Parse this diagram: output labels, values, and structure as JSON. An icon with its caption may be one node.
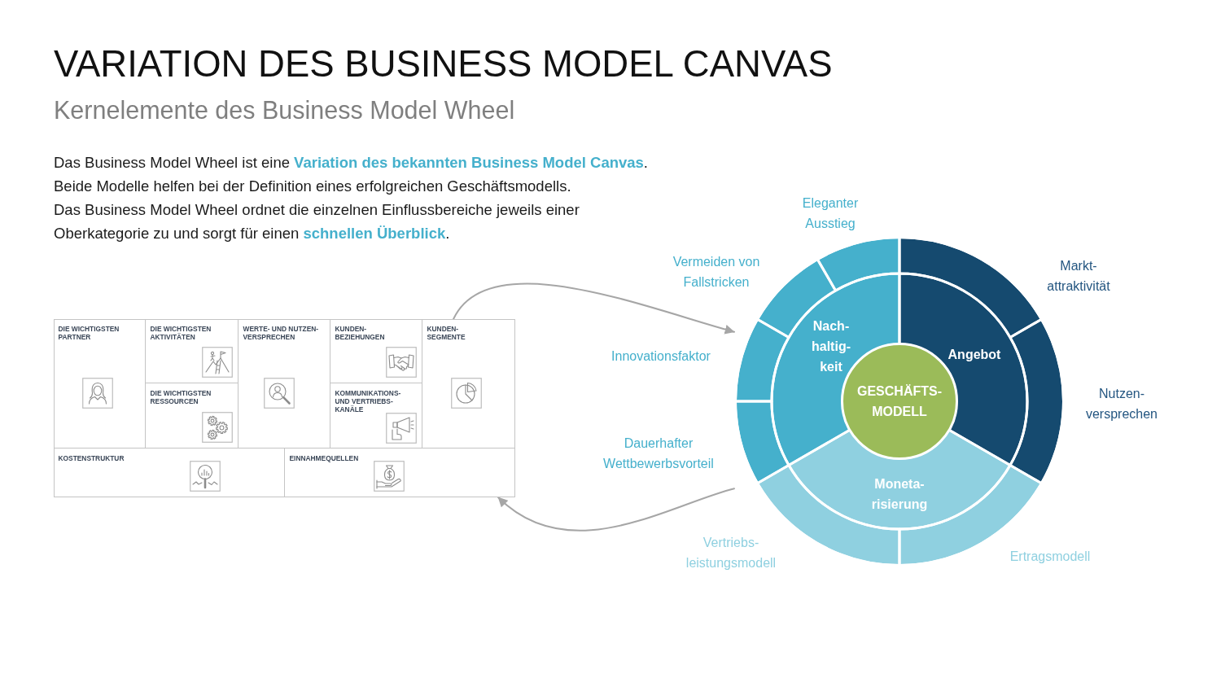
{
  "diagram": {
    "title": "VARIATION DES BUSINESS MODEL CANVAS",
    "nodes": [
      {
        "text": [],
        "shape": "box"
      },
      {
        "text": [
          "DIE WICHTIGSTEN PARTNER"
        ],
        "in": 0
      },
      {
        "text": [
          "DIE WICHTIGSTEN AKTIVITÄTEN"
        ],
        "in": 0
      },
      {
        "text": [
          "WERTE- UND NUTZEN- VERSPRECHEN"
        ],
        "in": 0
      },
      {
        "text": [
          "KUNDEN- BEZIEHUNGEN"
        ],
        "in": 0
      },
      {
        "text": [
          "KUNDEN- SEGMENTE"
        ],
        "in": 0
      },
      {
        "text": [
          "DIE WICHTIGSTEN RESSOURCEN"
        ],
        "in": 0
      },
      {
        "text": [
          "KOMMUNIKATIONS- UND VERTRIEBS- KANÄLE"
        ],
        "in": 0
      },
      {
        "text": [
          "KOSTENSTRUKTUR"
        ],
        "in": 0
      },
      {
        "text": [
          "EINNAHMEQUELLEN"
        ],
        "in": 0
      },
      {
        "text": [],
        "shape": "circle"
      },
      {
        "text": [],
        "shape": "segment",
        "in": 10,
        "beside": [
          "Eleganter Ausstieg"
        ]
      },
      {
        "text": [],
        "shape": "segment",
        "in": 10,
        "beside": [
          "Vermeiden von Fallstricken"
        ]
      },
      {
        "text": [],
        "shape": "segment",
        "in": 10,
        "beside": [
          "Markt- attraktivität"
        ]
      },
      {
        "text": [
          "Nach- haltig- keit"
        ],
        "in": 10
      },
      {
        "text": [
          "Angebot"
        ],
        "in": 10
      },
      {
        "text": [],
        "shape": "segment",
        "in": 10,
        "beside": [
          "Innovationsfaktor"
        ]
      },
      {
        "text": [
          "GESCHÄFTS- MODELL"
        ],
        "in": 10
      },
      {
        "text": [],
        "shape": "segment",
        "in": 10,
        "beside": [
          "Nutzen- versprechen"
        ]
      },
      {
        "text": [],
        "shape": "segment",
        "in": 10,
        "beside": [
          "Dauerhafter Wettbewerbsvorteil"
        ]
      },
      {
        "text": [
          "Moneta- risierung"
        ],
        "in": 10
      },
      {
        "text": [],
        "shape": "segment",
        "in": 10,
        "beside": [
          "Vertriebs- leistungsmodell"
        ]
      },
      {
        "text": [],
        "shape": "segment",
        "in": 10,
        "beside": [
          "Ertragsmodell"
        ]
      }
    ],
    "edges": [
      {
        "from": 0,
        "to": 10,
        "arrow": "to"
      },
      {
        "from": 10,
        "to": 0,
        "arrow": "to"
      }
    ],
    "labels": [
      "Kernelemente des Business Model Wheel",
      "Das Business Model Wheel ist eine **Variation des bekannten Business Model Canvas**.",
      "Beide Modelle helfen bei der Definition eines erfolgreichen Geschäftsmodells.",
      "Das Business Model Wheel ordnet die einzelnen Einflussbereiche jeweils einer Oberkategorie zu und sorgt für einen **schnellen Überblick**."
    ]
  }
}
